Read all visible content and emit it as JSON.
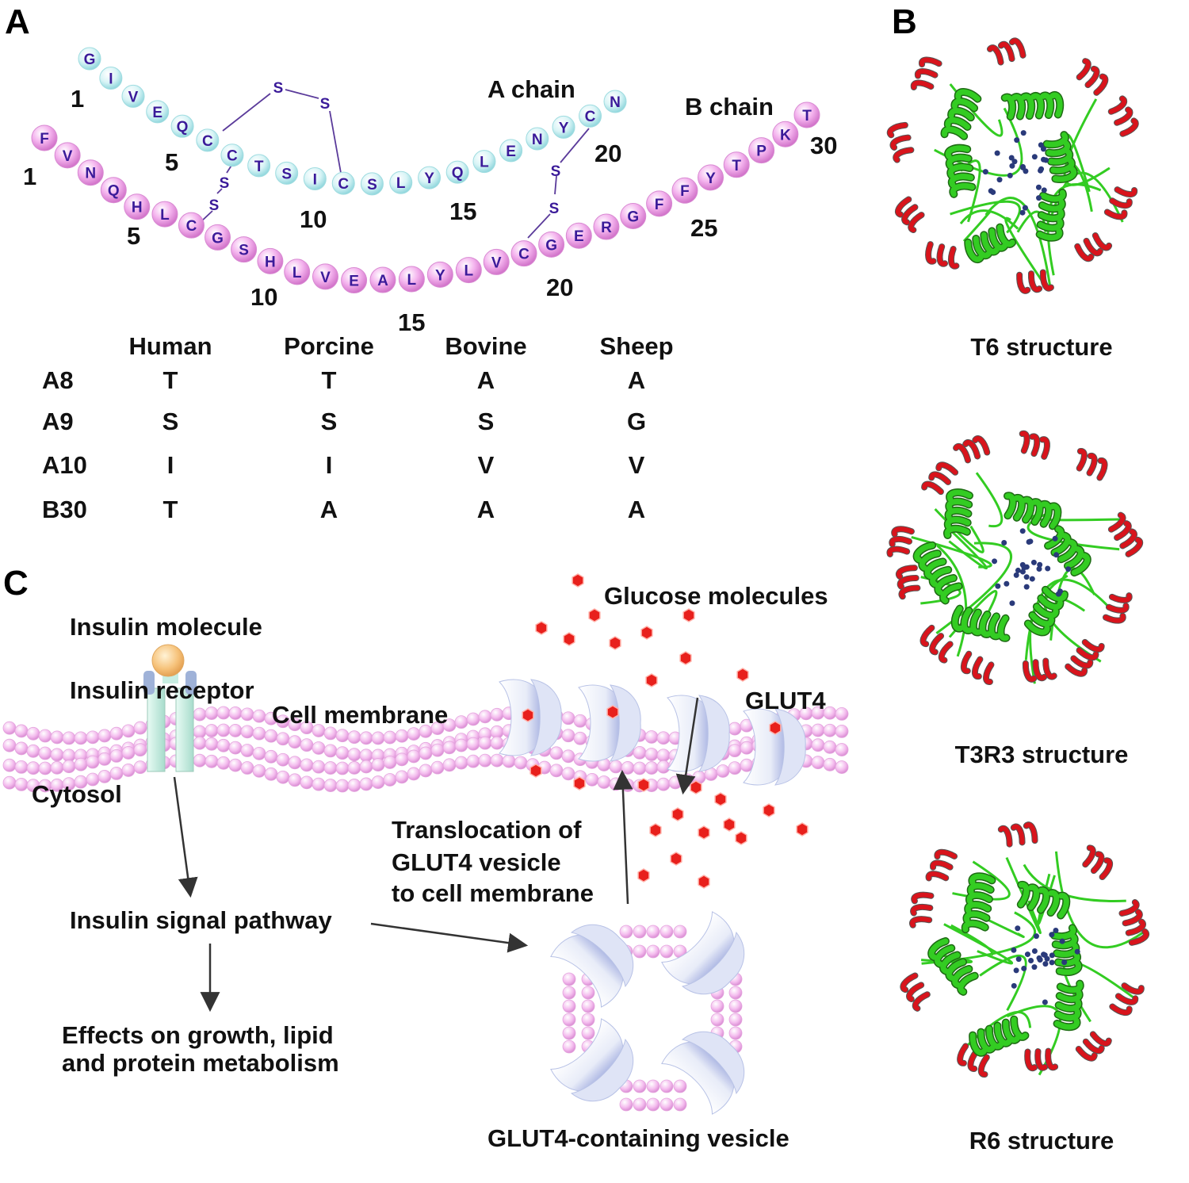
{
  "panels": {
    "a": "A",
    "b": "B",
    "c": "C"
  },
  "panel_a": {
    "a_chain_label": "A chain",
    "b_chain_label": "B chain",
    "a_chain_residues": [
      "G",
      "I",
      "V",
      "E",
      "Q",
      "C",
      "C",
      "T",
      "S",
      "I",
      "C",
      "S",
      "L",
      "Y",
      "Q",
      "L",
      "E",
      "N",
      "Y",
      "C",
      "N"
    ],
    "b_chain_residues": [
      "F",
      "V",
      "N",
      "Q",
      "H",
      "L",
      "C",
      "G",
      "S",
      "H",
      "L",
      "V",
      "E",
      "A",
      "L",
      "Y",
      "L",
      "V",
      "C",
      "G",
      "E",
      "R",
      "G",
      "F",
      "F",
      "Y",
      "T",
      "P",
      "K",
      "T"
    ],
    "a_chain_numbers": [
      "1",
      "5",
      "10",
      "15",
      "20"
    ],
    "b_chain_numbers": [
      "1",
      "5",
      "10",
      "15",
      "20",
      "25",
      "30"
    ],
    "disulfide_label": "S",
    "table": {
      "columns": [
        "Human",
        "Porcine",
        "Bovine",
        "Sheep"
      ],
      "rows": [
        {
          "pos": "A8",
          "values": [
            "T",
            "T",
            "A",
            "A"
          ]
        },
        {
          "pos": "A9",
          "values": [
            "S",
            "S",
            "S",
            "G"
          ]
        },
        {
          "pos": "A10",
          "values": [
            "I",
            "I",
            "V",
            "V"
          ]
        },
        {
          "pos": "B30",
          "values": [
            "T",
            "A",
            "A",
            "A"
          ]
        }
      ]
    },
    "colors": {
      "a_chain_bead": "#c4eef0",
      "b_chain_bead": "#f2a6ec",
      "letter": "#3a1a99",
      "bond": "#5a3a9a"
    }
  },
  "panel_b": {
    "structures": [
      "T6 structure",
      "T3R3 structure",
      "R6 structure"
    ],
    "colors": {
      "helix": "#d8141c",
      "helix_inner": "#555555",
      "coil": "#33cc22",
      "ligand": "#2a3a7a"
    }
  },
  "panel_c": {
    "insulin_molecule": "Insulin molecule",
    "insulin_receptor": "Insulin receptor",
    "cell_membrane": "Cell membrane",
    "cytosol": "Cytosol",
    "glucose_molecules": "Glucose molecules",
    "glut4": "GLUT4",
    "translocation": [
      "Translocation of",
      "GLUT4 vesicle",
      "to cell membrane"
    ],
    "signal_pathway": "Insulin signal pathway",
    "effects": [
      "Effects on growth, lipid",
      "and protein metabolism"
    ],
    "vesicle": "GLUT4-containing vesicle",
    "colors": {
      "lipid": "#f2b8ee",
      "glucose": "#e8201c",
      "transporter": "#8d9ad8",
      "receptor": "#c8eee2",
      "insulin": "#f6c27a"
    }
  }
}
